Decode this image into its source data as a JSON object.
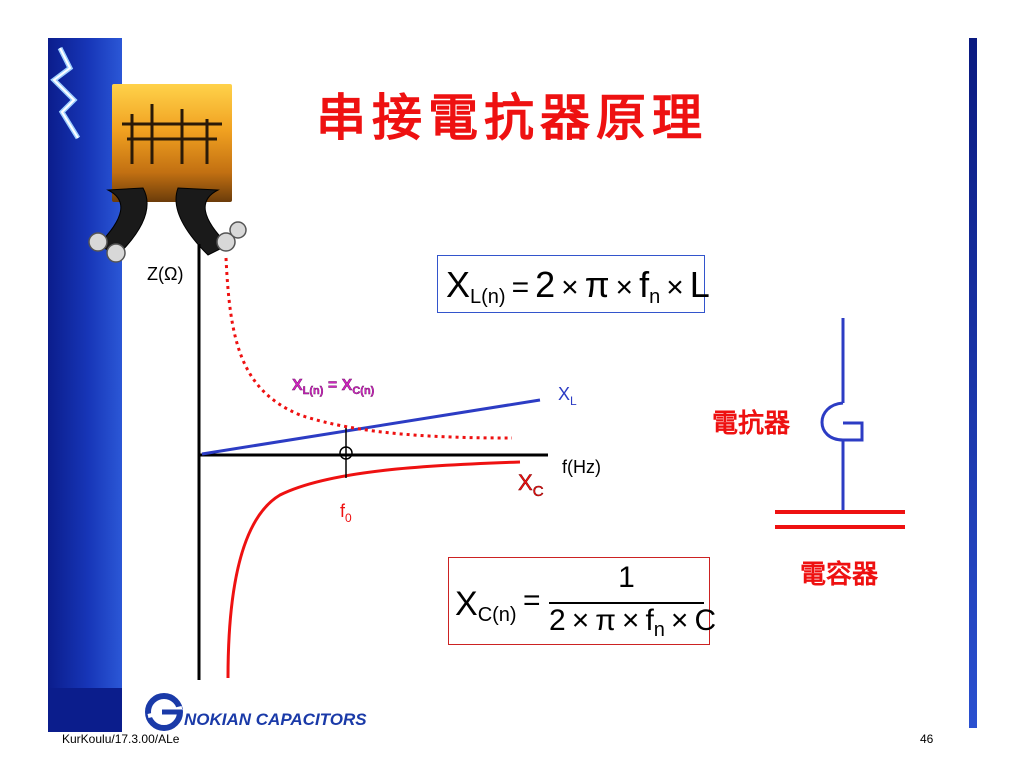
{
  "title": "串接電抗器原理",
  "axis": {
    "y_label": "Z(Ω)",
    "x_label": "f(Hz)"
  },
  "curves": {
    "xl_label": "X",
    "xl_sub": "L",
    "xc_label": "X",
    "xc_sub": "C"
  },
  "resonance": {
    "label_x1": "X",
    "label_sub1": "L(n)",
    "label_eq": " = ",
    "label_x2": "X",
    "label_sub2": "C(n)",
    "f0": "f",
    "f0_sub": "0"
  },
  "formula_xl": {
    "lhs": "X",
    "lhs_sub": "L(n)",
    "eq": "=",
    "two": "2",
    "times": "×",
    "pi": "π",
    "f": "f",
    "f_sub": "n",
    "rhs_var": "L"
  },
  "formula_xc": {
    "lhs": "X",
    "lhs_sub": "C(n)",
    "eq": "=",
    "numerator": "1",
    "two": "2",
    "times": "×",
    "pi": "π",
    "f": "f",
    "f_sub": "n",
    "rhs_var": "C"
  },
  "circuit": {
    "reactor_label": "電抗器",
    "capacitor_label": "電容器"
  },
  "logo": {
    "text": "NOKIAN CAPACITORS"
  },
  "footer": {
    "left": "KurKoulu/17.3.00/ALe",
    "page": "46"
  },
  "colors": {
    "red": "#ee1111",
    "blue": "#2c3cc4",
    "navy": "#0b1d8c",
    "black": "#000000"
  }
}
